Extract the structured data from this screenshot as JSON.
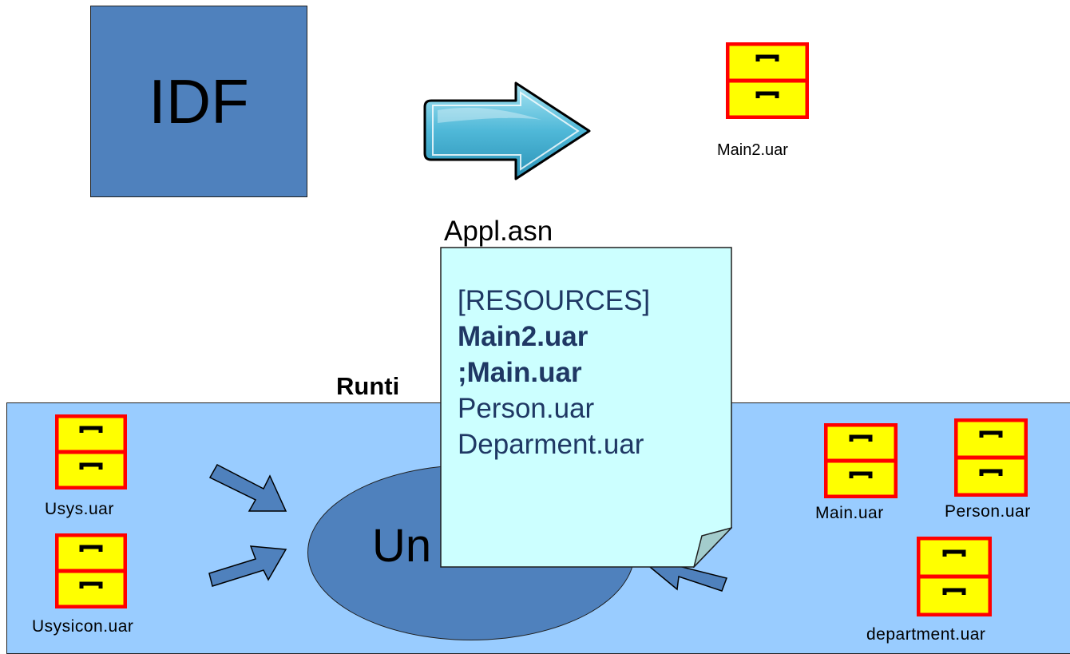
{
  "idf": {
    "label": "IDF"
  },
  "appl": {
    "label": "Appl.asn"
  },
  "runtime": {
    "label": "Runti"
  },
  "engine": {
    "label": "Un"
  },
  "top_resource": {
    "label": "Main2.uar"
  },
  "note": {
    "lines": [
      {
        "text": "[RESOURCES]",
        "bold": false
      },
      {
        "text": "Main2.uar",
        "bold": true
      },
      {
        "text": ";Main.uar",
        "bold": true
      },
      {
        "text": "Person.uar",
        "bold": false
      },
      {
        "text": "Deparment.uar",
        "bold": false
      }
    ]
  },
  "left_resources": [
    "Usys.uar",
    "Usysicon.uar"
  ],
  "right_resources": [
    "Main.uar",
    "Person.uar",
    "department.uar"
  ],
  "colors": {
    "idf_fill": "#4f81bd",
    "runtime_panel": "#99ccff",
    "note_fill": "#ccffff",
    "note_text": "#1f3864",
    "cabinet_fill": "#ffff00",
    "cabinet_border": "#ff0000",
    "big_arrow": "#4fb8d8"
  },
  "icons": [
    "file-cabinet-icon",
    "big-arrow-icon",
    "small-arrow-icon",
    "document-note-icon"
  ]
}
